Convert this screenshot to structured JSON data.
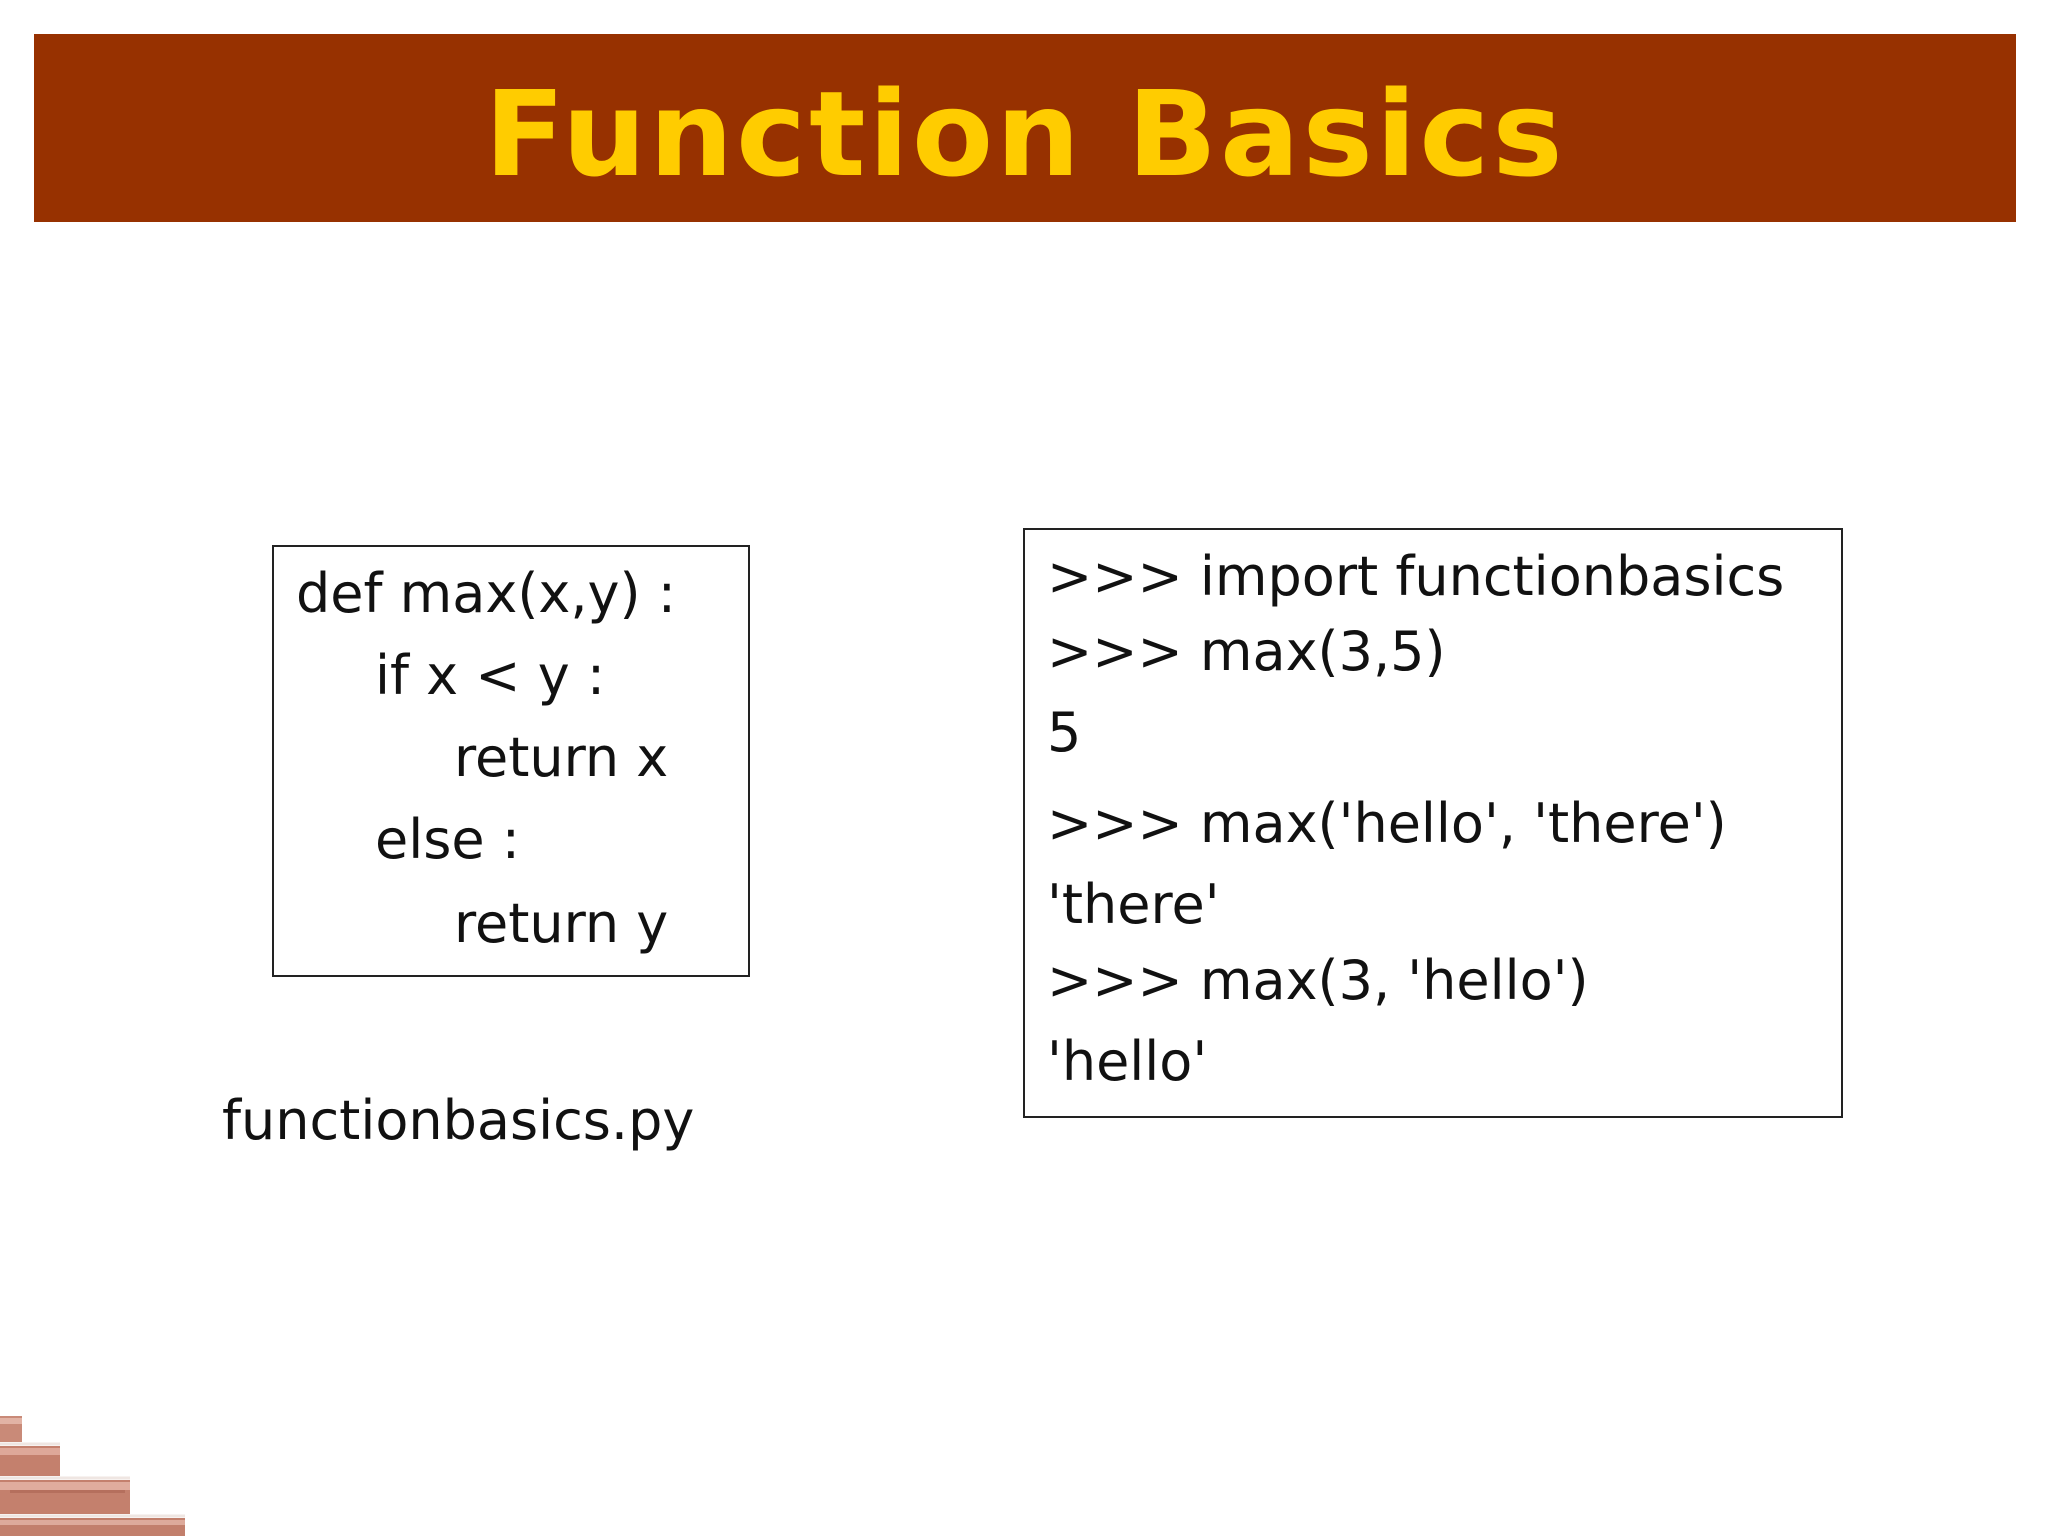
{
  "slide": {
    "title": "Function Basics",
    "colors": {
      "title_bar": "#973100",
      "title_text": "#ffcc00"
    }
  },
  "code_box": {
    "lines": [
      "def max(x,y) :",
      "if x < y :",
      "return x",
      "else :",
      "return y"
    ]
  },
  "filename": "functionbasics.py",
  "shell_box": {
    "lines": [
      ">>> import functionbasics",
      ">>> max(3,5)",
      "5",
      ">>> max('hello', 'there')",
      "'there'",
      ">>> max(3, 'hello')",
      "'hello'"
    ]
  },
  "decoration": {
    "icon": "brick-wall-icon"
  }
}
